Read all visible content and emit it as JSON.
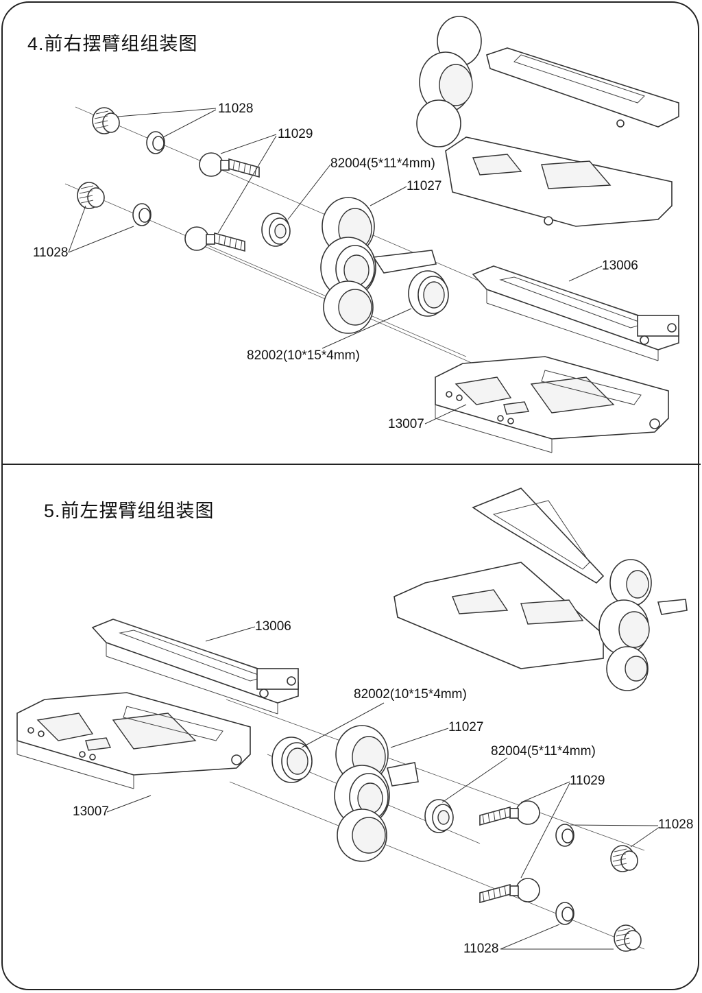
{
  "sections": [
    {
      "title": "4.前右摆臂组组装图",
      "labels": {
        "c11028_top": "11028",
        "c11029": "11029",
        "c82004": "82004(5*11*4mm)",
        "c11027": "11027",
        "c11028_left": "11028",
        "c13006": "13006",
        "c82002": "82002(10*15*4mm)",
        "c13007": "13007"
      }
    },
    {
      "title": "5.前左摆臂组组装图",
      "labels": {
        "c13006": "13006",
        "c82002": "82002(10*15*4mm)",
        "c11027": "11027",
        "c82004": "82004(5*11*4mm)",
        "c11029": "11029",
        "c11028_right": "11028",
        "c13007": "13007",
        "c11028_bottom": "11028"
      }
    }
  ]
}
